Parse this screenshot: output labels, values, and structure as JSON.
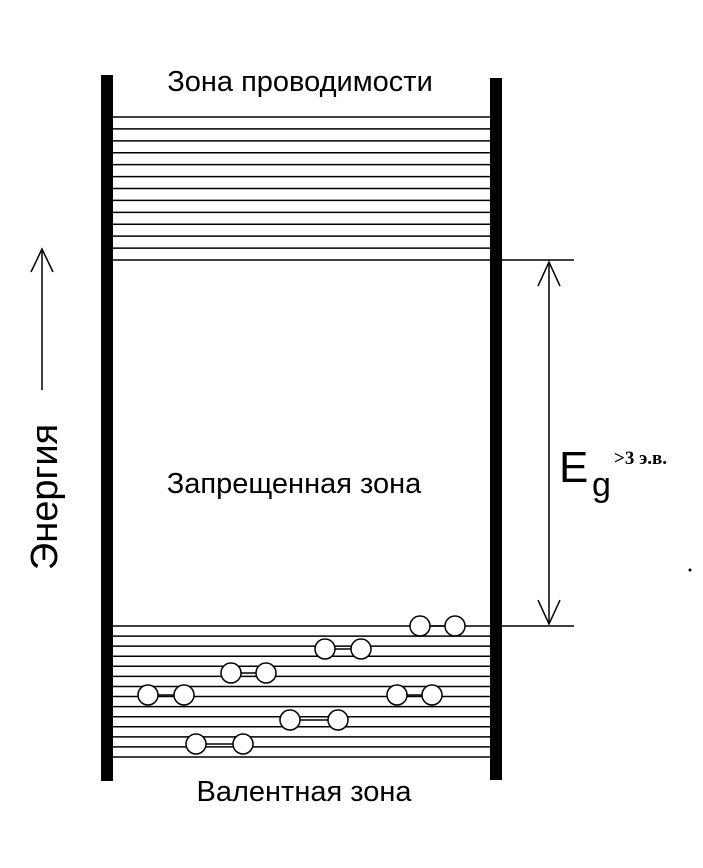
{
  "labels": {
    "conduction_band": "Зона проводимости",
    "forbidden_band": "Запрещенная зона",
    "valence_band": "Валентная зона",
    "energy_axis": "Энергия",
    "gap_symbol_main": "E",
    "gap_symbol_sub": "g",
    "gap_value": ">3 э.в."
  },
  "conduction_levels_count": 13,
  "valence_levels_count": 14,
  "electron_pairs_count": 7,
  "colors": {
    "line": "#000000",
    "background": "#ffffff"
  }
}
